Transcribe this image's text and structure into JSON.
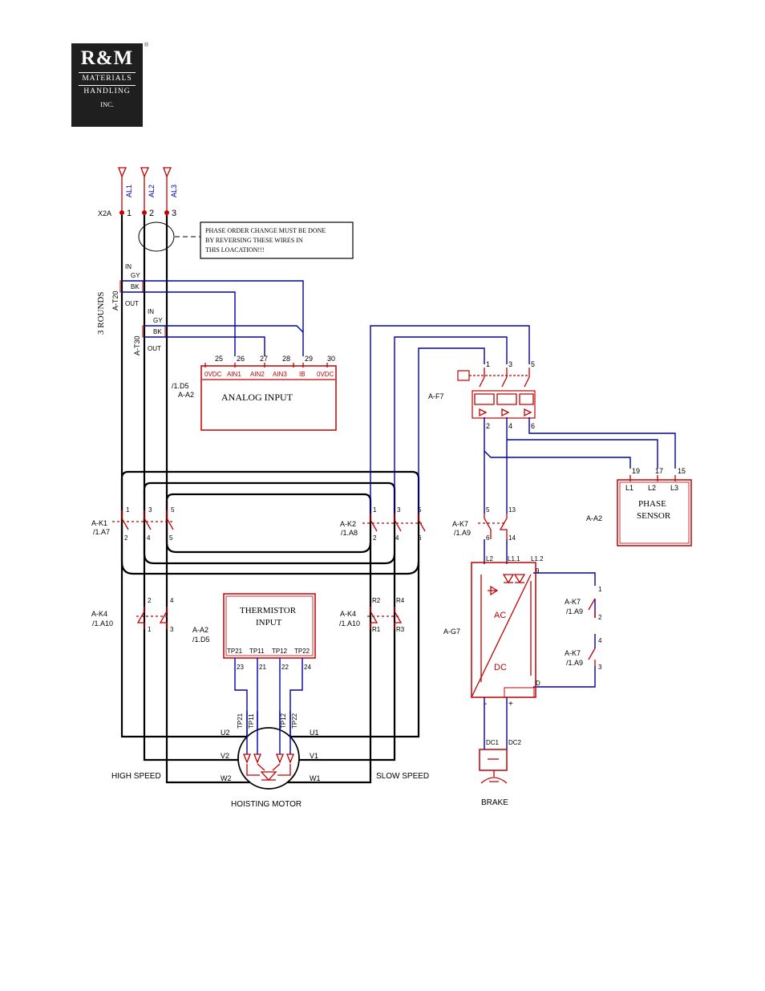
{
  "logo": {
    "main": "R&M",
    "line1": "MATERIALS",
    "line2": "HANDLING",
    "line3": "INC.",
    "mark": "®"
  },
  "supply": {
    "terminal_block": "X2A",
    "phases": [
      "AL1",
      "AL2",
      "AL3"
    ],
    "terminals": [
      "1",
      "2",
      "3"
    ]
  },
  "note": {
    "lines": [
      "PHASE ORDER CHANGE MUST BE DONE",
      "BY REVERSING THESE WIRES IN",
      "THIS LOACATION!!!"
    ]
  },
  "current_transformers": {
    "rounds": "3 ROUNDS",
    "t20": {
      "name": "A-T20",
      "in": "IN",
      "gy": "GY",
      "bk": "BK",
      "out": "OUT"
    },
    "t30": {
      "name": "A-T30",
      "in": "IN",
      "gy": "GY",
      "bk": "BK",
      "out": "OUT"
    }
  },
  "analog_input": {
    "ref": "/1.D5",
    "device": "A-A2",
    "title": "ANALOG INPUT",
    "terminals": [
      "25",
      "26",
      "27",
      "28",
      "29",
      "30"
    ],
    "pins": [
      "0VDC",
      "AIN1",
      "AIN2",
      "AIN3",
      "IB",
      "0VDC"
    ]
  },
  "fuse": {
    "name": "A-F7",
    "top": [
      "1",
      "3",
      "5"
    ],
    "bottom": [
      "2",
      "4",
      "6"
    ]
  },
  "phase_sensor": {
    "title_line1": "PHASE",
    "title_line2": "SENSOR",
    "device": "A-A2",
    "terminals": [
      "19",
      "17",
      "15"
    ],
    "pins": [
      "L1",
      "L2",
      "L3"
    ]
  },
  "contactors": {
    "k1": {
      "name": "A-K1",
      "ref": "/1.A7",
      "top": [
        "1",
        "3",
        "5"
      ],
      "bottom": [
        "2",
        "4",
        "5"
      ]
    },
    "k2": {
      "name": "A-K2",
      "ref": "/1.A8",
      "top": [
        "1",
        "3",
        "5"
      ],
      "bottom": [
        "2",
        "4",
        "6"
      ]
    },
    "k4_left": {
      "name": "A-K4",
      "ref": "/1.A10",
      "top": [
        "2",
        "4"
      ],
      "bottom": [
        "1",
        "3"
      ]
    },
    "k4_right": {
      "name": "A-K4",
      "ref": "/1.A10",
      "top": [
        "R2",
        "R4"
      ],
      "bottom": [
        "R1",
        "R3"
      ]
    },
    "k7": {
      "name": "A-K7",
      "ref": "/1.A9",
      "top": [
        "5",
        "13"
      ],
      "bottom": [
        "6",
        "14"
      ]
    },
    "k7_aux1": {
      "name": "A-K7",
      "ref": "/1.A9",
      "top": "1",
      "bottom": "2"
    },
    "k7_aux2": {
      "name": "A-K7",
      "ref": "/1.A9",
      "top": "4",
      "bottom": "3"
    }
  },
  "thermistor": {
    "title_line1": "THERMISTOR",
    "title_line2": "INPUT",
    "device": "A-A2",
    "ref": "/1.D5",
    "pins": [
      "TP21",
      "TP11",
      "TP12",
      "TP22"
    ],
    "terminals": [
      "23",
      "21",
      "22",
      "24"
    ]
  },
  "rectifier": {
    "name": "A-G7",
    "ac": "AC",
    "dc": "DC",
    "inputs": [
      "L2",
      "L1.1",
      "L1.2"
    ],
    "side": [
      "9",
      "D"
    ],
    "outputs": [
      "-",
      "+"
    ]
  },
  "motor": {
    "label": "HOISTING MOTOR",
    "high": "HIGH SPEED",
    "slow": "SLOW SPEED",
    "left": [
      "U2",
      "V2",
      "W2"
    ],
    "right": [
      "U1",
      "V1",
      "W1"
    ],
    "wires": [
      "TP21",
      "TP11",
      "TP12",
      "TP22"
    ]
  },
  "brake": {
    "label": "BRAKE",
    "terminals": [
      "DC1",
      "DC2"
    ]
  }
}
